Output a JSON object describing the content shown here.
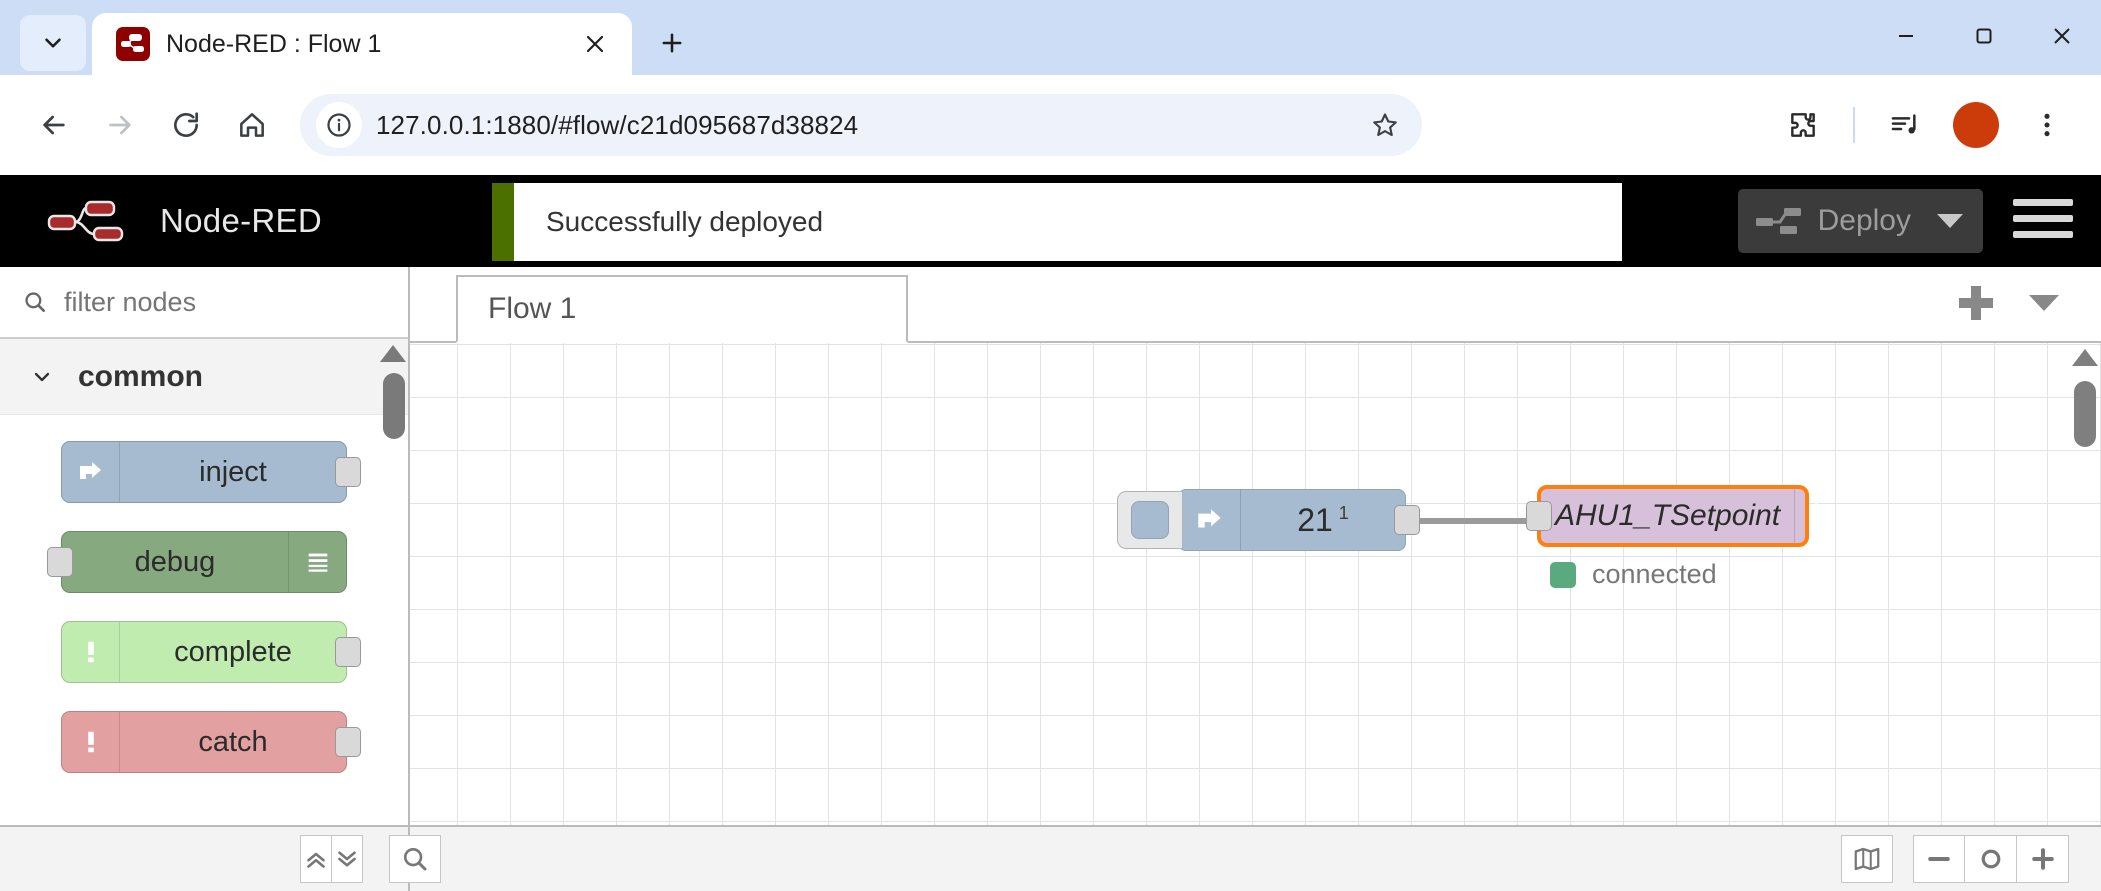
{
  "browser": {
    "tab": {
      "title": "Node-RED : Flow 1",
      "favicon_icon": "node-red-favicon",
      "close_icon": "close-icon"
    },
    "tab_dropdown_icon": "chevron-down-icon",
    "new_tab_icon": "plus-icon",
    "window_controls": {
      "minimize": "minimize-icon",
      "maximize": "maximize-icon",
      "close": "close-icon"
    },
    "toolbar": {
      "back_icon": "back-arrow-icon",
      "forward_icon": "forward-arrow-icon",
      "reload_icon": "reload-icon",
      "home_icon": "home-icon",
      "site_info_icon": "info-circle-icon",
      "url": "127.0.0.1:1880/#flow/c21d095687d38824",
      "bookmark_icon": "star-icon",
      "extensions_icon": "puzzle-icon",
      "media_icon": "media-control-icon",
      "profile_icon": "avatar",
      "menu_icon": "three-dot-menu-icon"
    }
  },
  "nodered": {
    "brand": "Node-RED",
    "notification": "Successfully deployed",
    "deploy": {
      "label": "Deploy",
      "caret_icon": "caret-down-icon",
      "icon": "deploy-icon"
    },
    "main_menu_icon": "hamburger-menu-icon",
    "palette": {
      "search_placeholder": "filter nodes",
      "search_icon": "search-icon",
      "categories": [
        {
          "name": "common",
          "chevron_icon": "chevron-down-icon",
          "nodes": [
            {
              "label": "inject",
              "color": "#a6bbcf",
              "icon": "inject-arrow-icon",
              "icon_side": "left",
              "ports": [
                "output"
              ]
            },
            {
              "label": "debug",
              "color": "#87a980",
              "icon": "debug-lines-icon",
              "icon_side": "right",
              "ports": [
                "input"
              ]
            },
            {
              "label": "complete",
              "color": "#c0eCb0",
              "icon": "exclamation-icon",
              "icon_side": "left",
              "ports": [
                "output"
              ]
            },
            {
              "label": "catch",
              "color": "#e2a0a0",
              "icon": "exclamation-icon",
              "icon_side": "left",
              "ports": [
                "output"
              ]
            }
          ]
        }
      ]
    },
    "workspace": {
      "tabs": [
        {
          "label": "Flow 1",
          "active": true
        }
      ],
      "add_flow_icon": "plus-icon",
      "flow_menu_icon": "caret-down-icon",
      "nodes": [
        {
          "name": "inject-node",
          "label": "21",
          "superscript": "1",
          "color": "#a6bbcf",
          "icon": "inject-arrow-icon",
          "selected": false
        },
        {
          "name": "link-out-node",
          "label": "AHU1_TSetpoint",
          "color": "#d7c0d9",
          "icon": "broadcast-icon",
          "selected": true,
          "selection_color": "#ff7f0e",
          "status": {
            "text": "connected",
            "color": "#5aa97f"
          }
        }
      ]
    },
    "footer": {
      "collapse_all_icon": "chevron-double-up-icon",
      "expand_all_icon": "chevron-double-down-icon",
      "search_icon": "search-icon",
      "navigator_icon": "map-icon",
      "zoom_out_icon": "minus-icon",
      "zoom_reset_icon": "circle-icon",
      "zoom_in_icon": "plus-icon"
    }
  }
}
